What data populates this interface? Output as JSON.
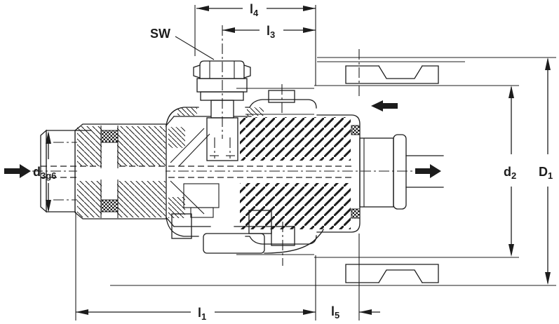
{
  "drawing": {
    "kind": "sectional technical drawing of a quick-release screw coupling",
    "background_color": "#ffffff",
    "line_color": "#1c1c1c",
    "labels": {
      "l4": {
        "base": "l",
        "sub": "4"
      },
      "l3": {
        "base": "l",
        "sub": "3"
      },
      "sw": {
        "base": "SW",
        "sub": ""
      },
      "d3": {
        "base": "d",
        "sub": "3g6"
      },
      "d2": {
        "base": "d",
        "sub": "2"
      },
      "D1": {
        "base": "D",
        "sub": "1"
      },
      "l1": {
        "base": "l",
        "sub": "1"
      },
      "l5": {
        "base": "l",
        "sub": "5"
      }
    }
  }
}
